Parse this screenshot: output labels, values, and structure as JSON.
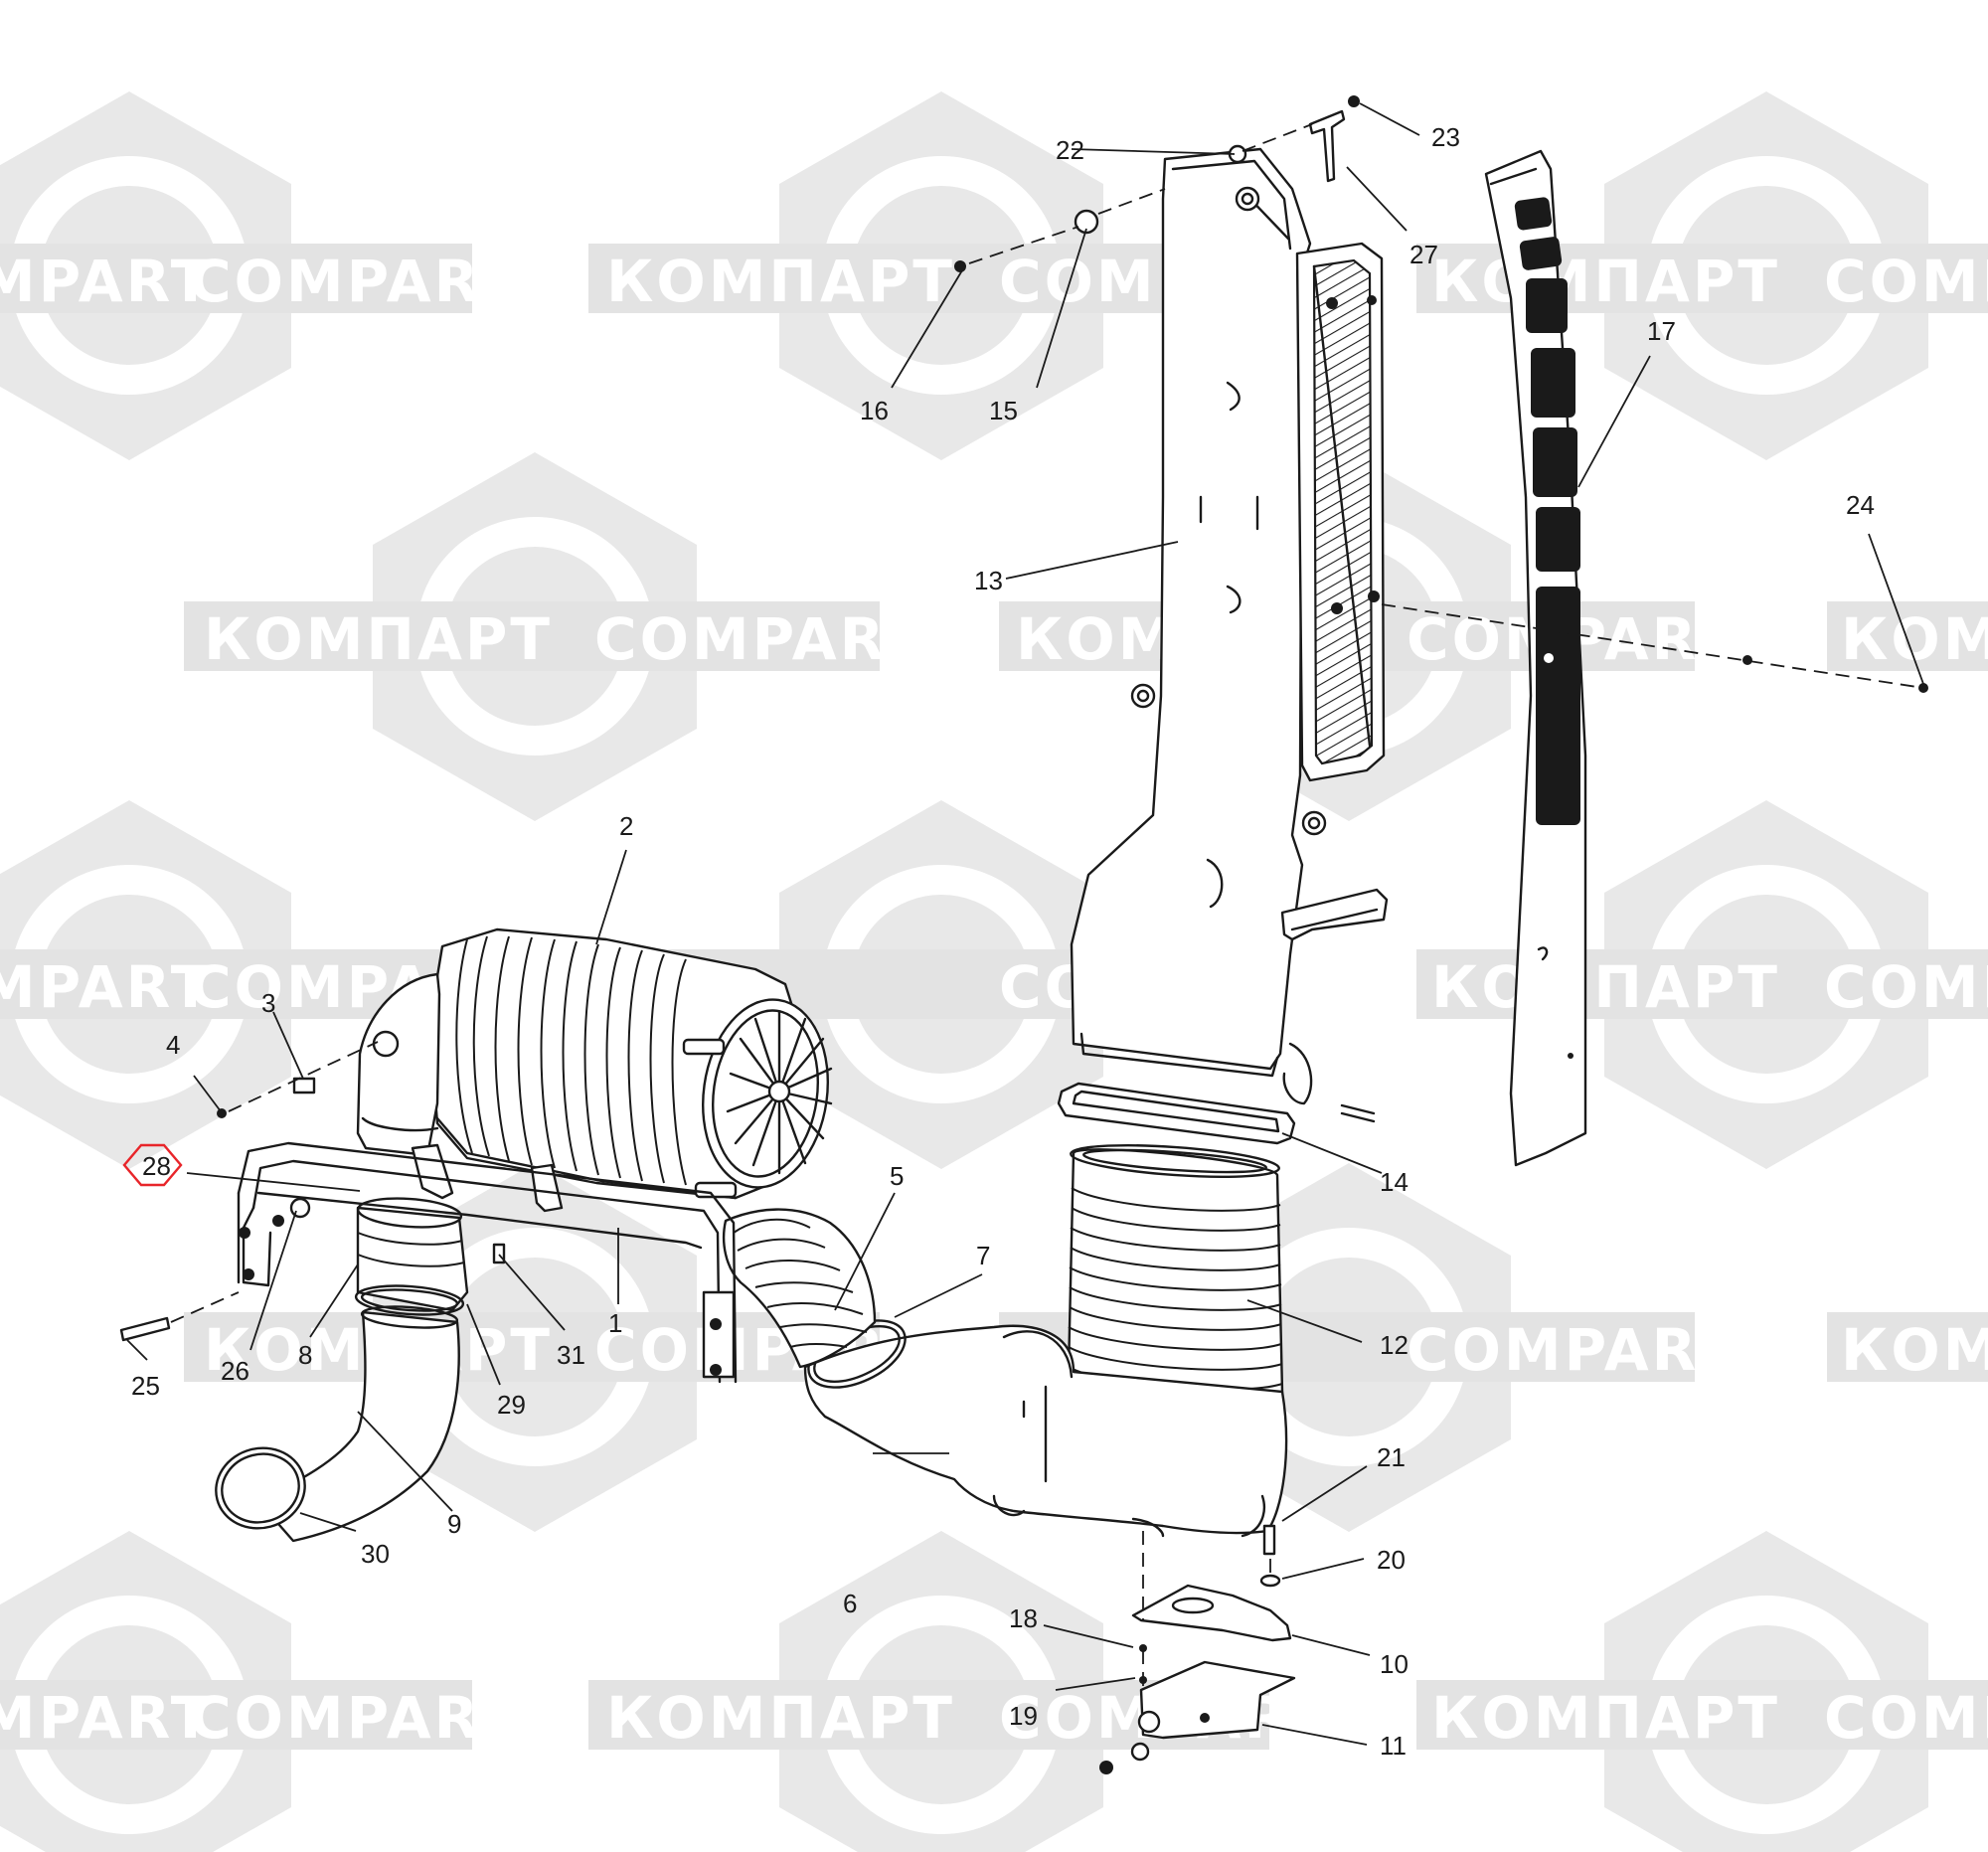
{
  "watermark": {
    "brand_latin": "COMPART",
    "brand_cyrillic": "КОМПАРТ"
  },
  "diagram": {
    "highlight_color": "#e8252a",
    "callouts": {
      "c1": "1",
      "c2": "2",
      "c3": "3",
      "c4": "4",
      "c5": "5",
      "c6": "6",
      "c7": "7",
      "c8": "8",
      "c9": "9",
      "c10": "10",
      "c11": "11",
      "c12": "12",
      "c13": "13",
      "c14": "14",
      "c15": "15",
      "c16": "16",
      "c17": "17",
      "c18": "18",
      "c19": "19",
      "c20": "20",
      "c21": "21",
      "c22": "22",
      "c23": "23",
      "c24": "24",
      "c25": "25",
      "c26": "26",
      "c27": "27",
      "c28": "28",
      "c29": "29",
      "c30": "30",
      "c31": "31"
    },
    "highlighted_callout": "28"
  }
}
